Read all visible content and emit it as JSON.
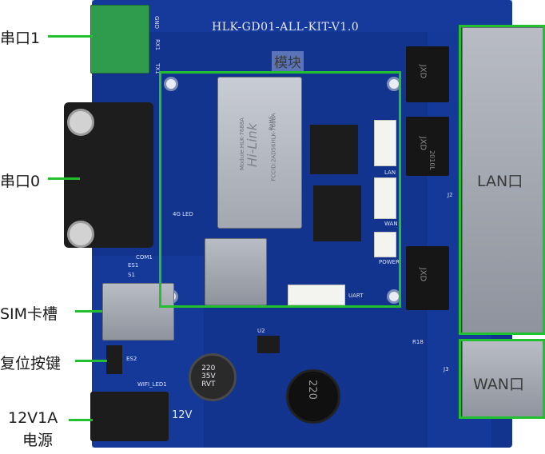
{
  "board": {
    "title": "HLK-GD01-ALL-KIT-V1.0",
    "module_silk": "Hi-Link",
    "module_text_1": "Module:HLK-7688A",
    "module_text_2": "FCCID:2AD56HLK-7688A",
    "module_text_3": "RoHS",
    "jxd_1": "JXD",
    "jxd_2": "JXD",
    "jxd_3": "JXD",
    "jxd_code": "2010L",
    "inductor_value": "220",
    "cap_value_1": "220",
    "cap_value_2": "35V",
    "cap_value_3": "RVT",
    "silk_12v": "12V",
    "silk_lan": "LAN",
    "silk_wan": "WAN",
    "silk_power": "POWER",
    "silk_uart": "UART",
    "silk_com1": "COM1",
    "silk_s1": "S1",
    "silk_es1": "ES1",
    "silk_es2": "ES2",
    "silk_wifi_led": "WIFI_LED1",
    "silk_j2": "J2",
    "silk_j3": "J3",
    "silk_r18": "R18",
    "silk_gnd": "GND",
    "silk_rx1": "RX1",
    "silk_tx1": "TX1",
    "silk_u2": "U2",
    "silk_4g_led": "4G LED"
  },
  "callouts": {
    "uart1": "串口1",
    "uart0": "串口0",
    "sim": "SIM卡槽",
    "reset": "复位按键",
    "power_line1": "12V1A",
    "power_line2": "电源",
    "module": "模块",
    "lan": "LAN口",
    "wan": "WAN口"
  },
  "colors": {
    "pcb": "#12348f",
    "highlight": "#22c02f"
  }
}
